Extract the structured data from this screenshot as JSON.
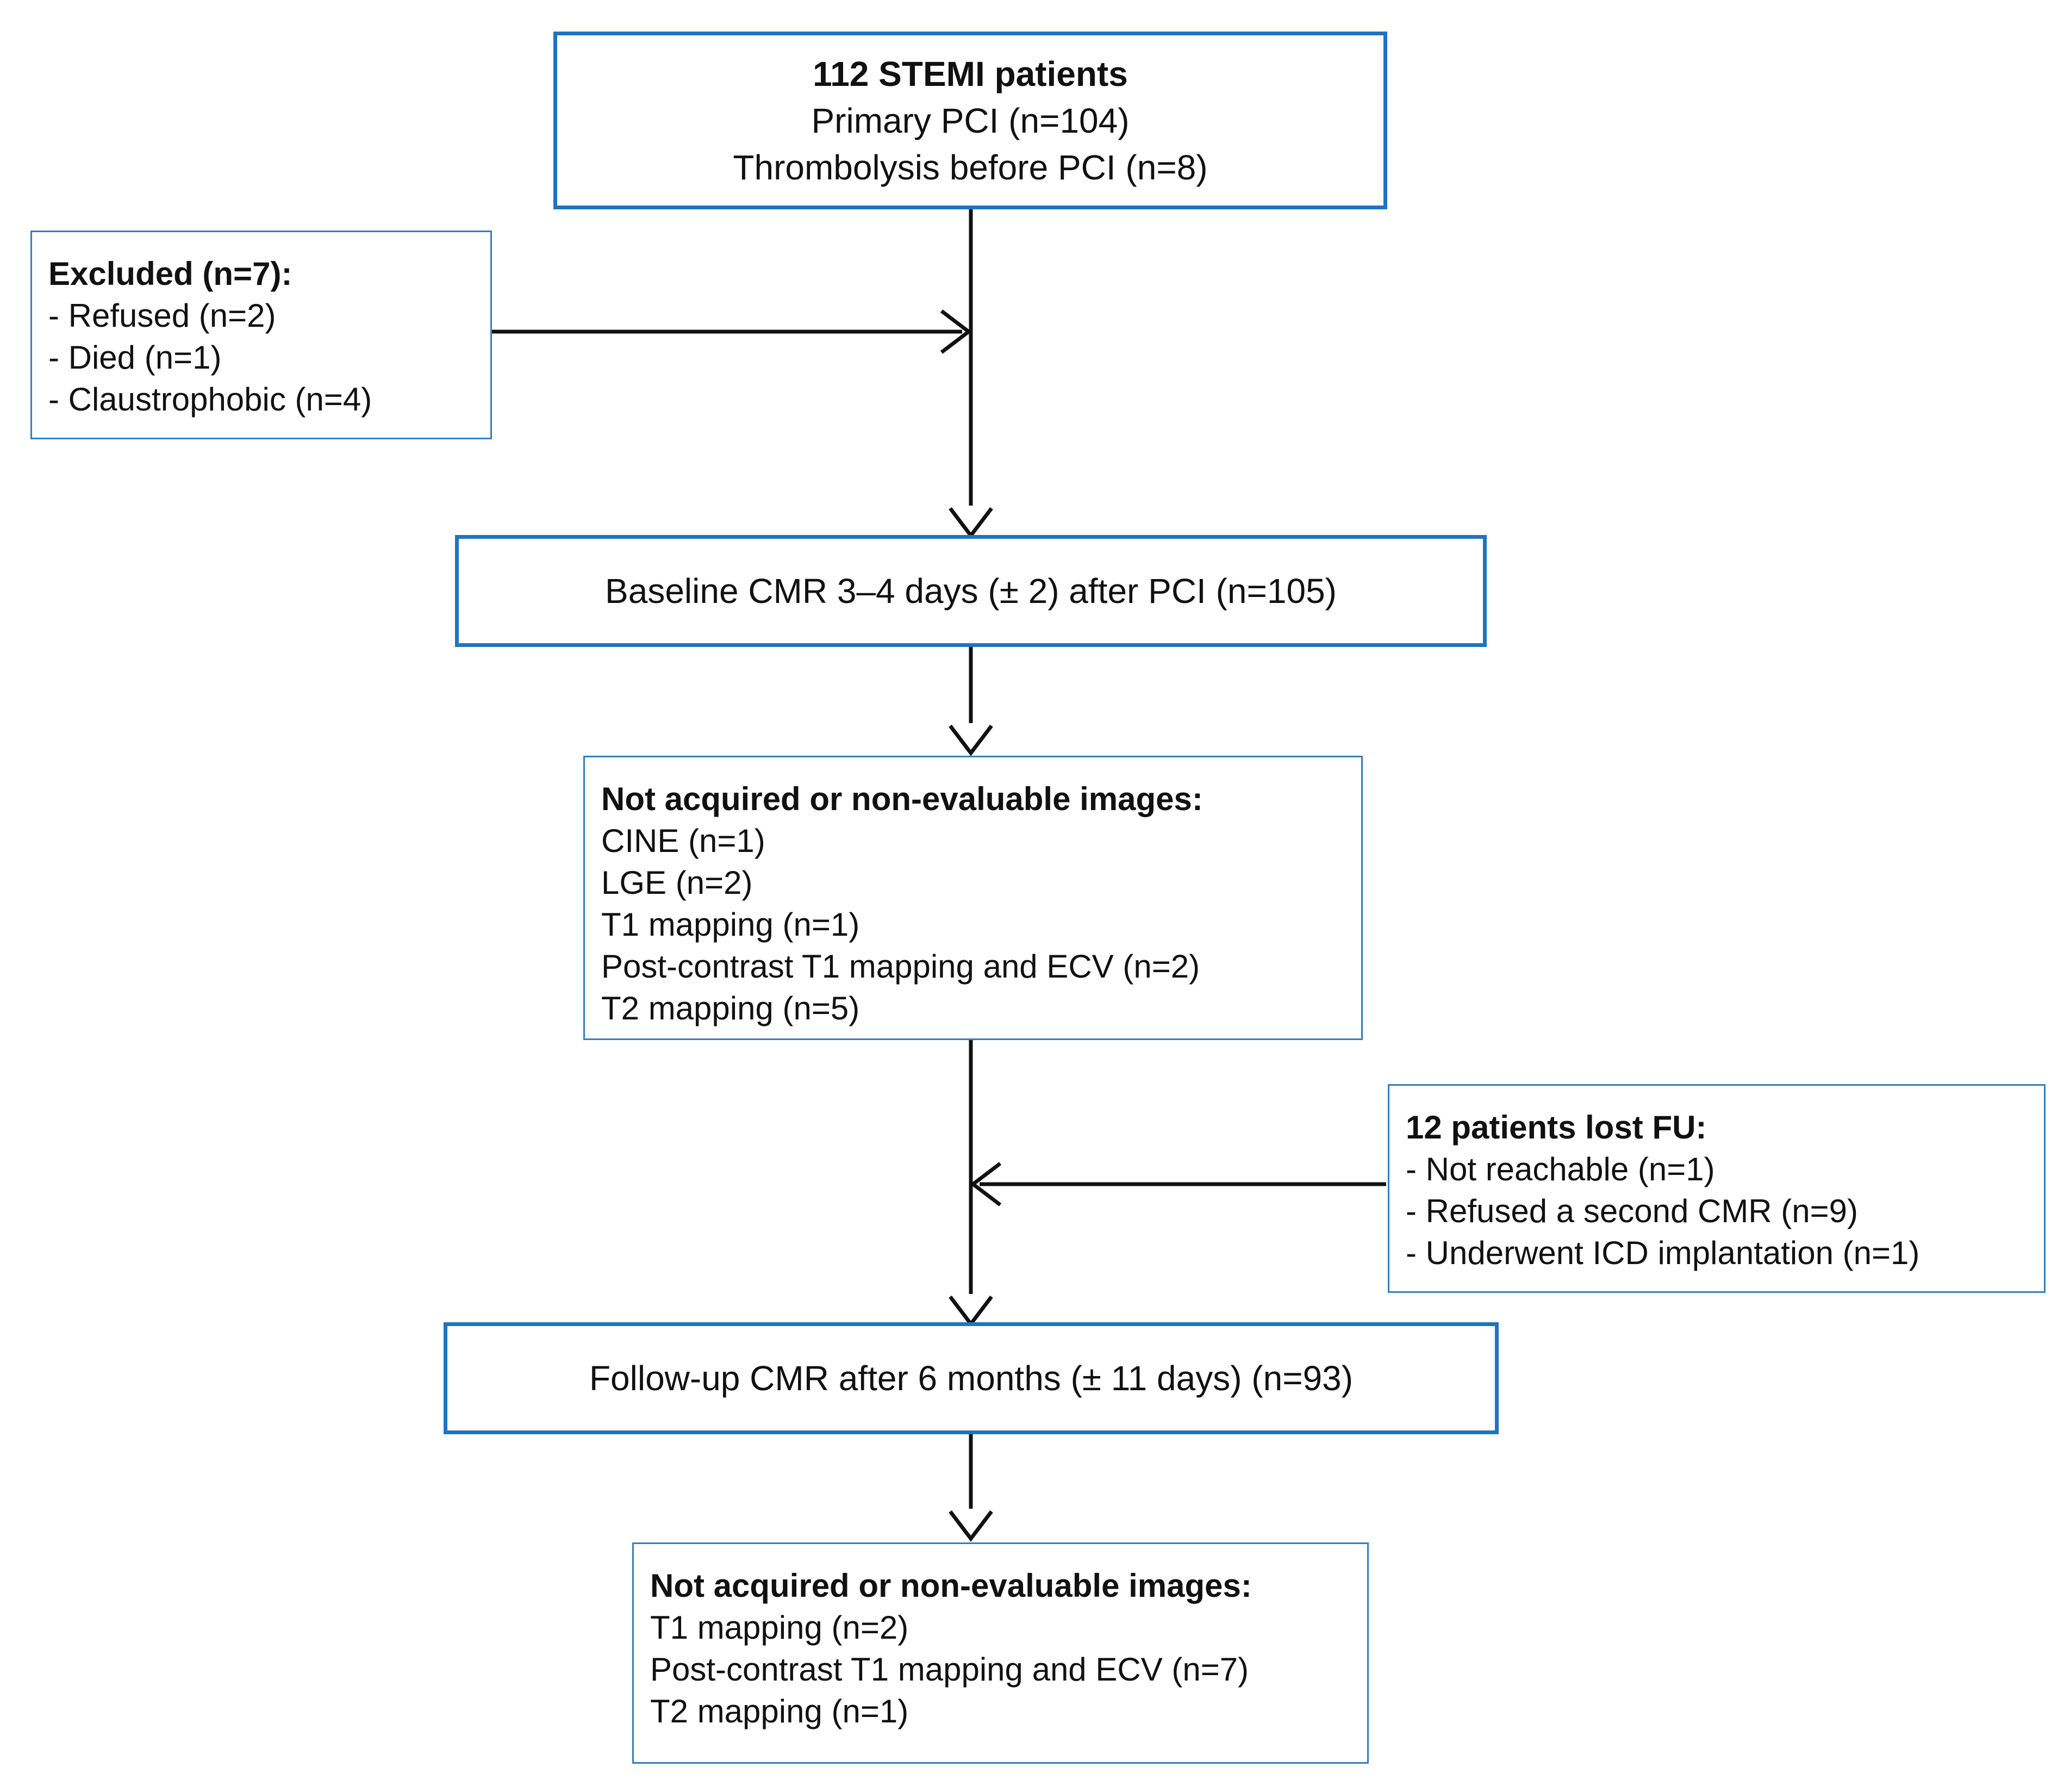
{
  "top_box": {
    "title": "112 STEMI patients",
    "line1": "Primary PCI (n=104)",
    "line2": "Thrombolysis before PCI (n=8)"
  },
  "excluded_box": {
    "title": "Excluded (n=7):",
    "items": [
      "- Refused (n=2)",
      "- Died (n=1)",
      "- Claustrophobic (n=4)"
    ]
  },
  "baseline_box": {
    "label": "Baseline CMR 3–4 days (± 2) after PCI (n=105)"
  },
  "baseline_missing_box": {
    "title": "Not acquired or non-evaluable images:",
    "items": [
      "CINE (n=1)",
      "LGE (n=2)",
      "T1 mapping (n=1)",
      "Post-contrast T1 mapping and ECV (n=2)",
      "T2 mapping (n=5)"
    ]
  },
  "lost_box": {
    "title": "12 patients lost FU:",
    "items": [
      "- Not reachable (n=1)",
      "- Refused a second CMR (n=9)",
      "- Underwent ICD implantation (n=1)"
    ]
  },
  "followup_box": {
    "label": "Follow-up CMR after 6 months (± 11 days) (n=93)"
  },
  "followup_missing_box": {
    "title": "Not acquired or non-evaluable images:",
    "items": [
      "T1 mapping (n=2)",
      "Post-contrast T1 mapping and ECV (n=7)",
      "T2 mapping (n=1)"
    ]
  },
  "colors": {
    "box_border": "#1f74c0",
    "arrow": "#111111",
    "text": "#111111"
  }
}
